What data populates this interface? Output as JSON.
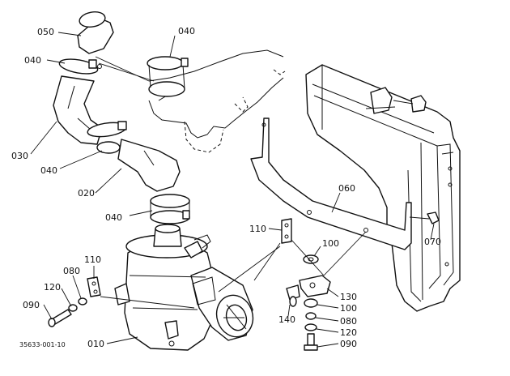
{
  "labels": {
    "hose_top": "050",
    "clamp_top_left": "040",
    "clamp_top_right": "040",
    "hose_left": "030",
    "clamp_mid": "040",
    "hose_lower": "020",
    "clamp_bottom": "040",
    "air_cleaner": "010",
    "stay": "060",
    "bolt_right": "070",
    "bracket_left": "110",
    "bracket_mid": "110",
    "washer_lock_left": "080",
    "washer_left": "120",
    "bolt_left": "090",
    "washer_upper": "100",
    "plate": "130",
    "washer_lower": "100",
    "knob": "140",
    "washer_lock_right": "080",
    "washer_right": "120",
    "bolt_lower": "090"
  },
  "drawing_code": "35633-001-10"
}
